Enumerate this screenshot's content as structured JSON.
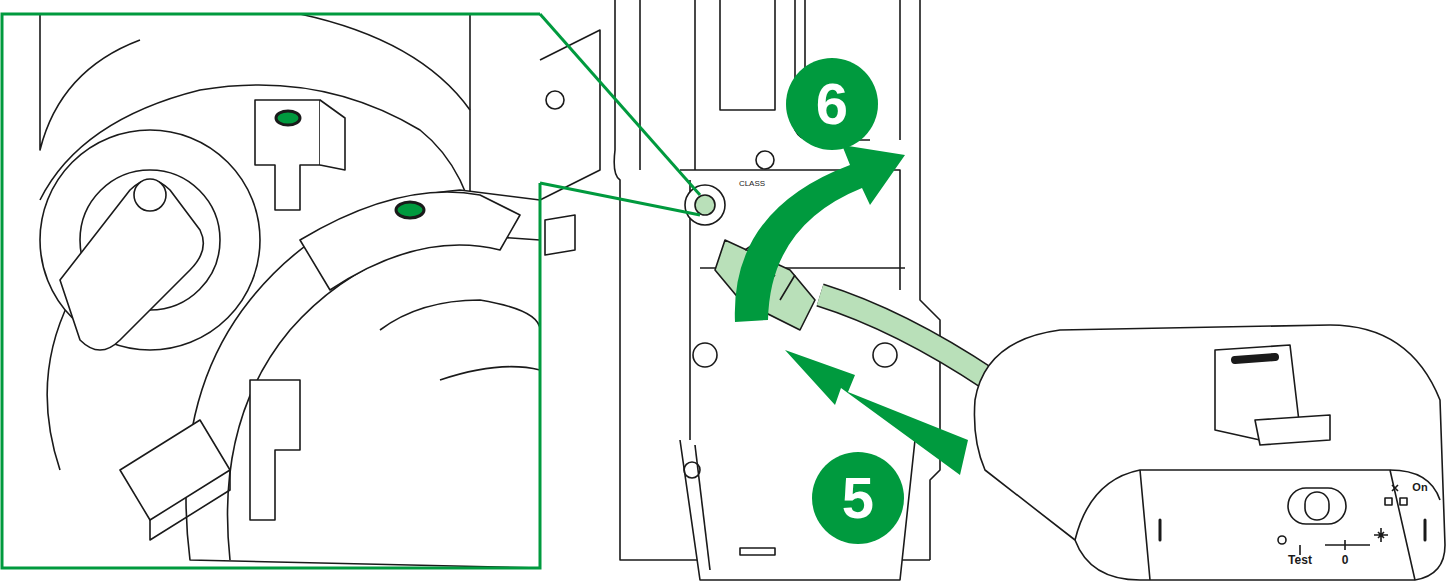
{
  "diagram": {
    "labels": [
      "6",
      "5",
      "CLASS",
      "Test",
      "0",
      "On"
    ]
  }
}
